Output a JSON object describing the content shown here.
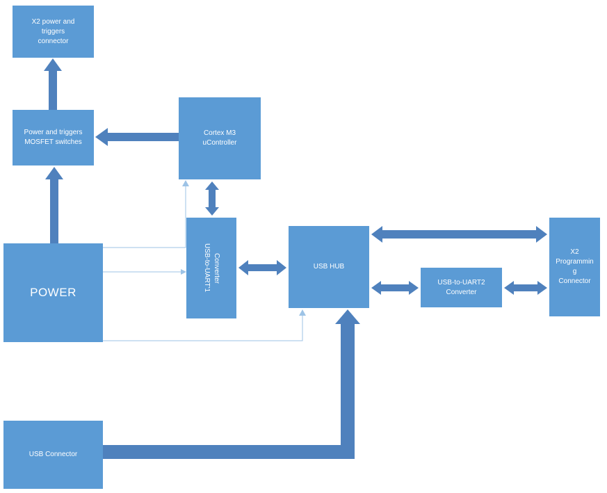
{
  "diagram": {
    "boxes": {
      "x2_power_triggers_connector": {
        "lines": [
          "X2 power and",
          "triggers",
          "connector"
        ]
      },
      "power_triggers_mosfet_switches": {
        "lines": [
          "Power and triggers",
          "MOSFET switches"
        ]
      },
      "cortex_m3_ucontroller": {
        "lines": [
          "Cortex M3",
          "uController"
        ]
      },
      "power": {
        "label": "POWER"
      },
      "usb_to_uart1_converter": {
        "lines": [
          "USB-to-UART'1",
          "Converter"
        ]
      },
      "usb_hub": {
        "label": "USB HUB"
      },
      "usb_to_uart2_converter": {
        "lines": [
          "USB-to-UART2",
          "Converter"
        ]
      },
      "x2_programming_connector": {
        "lines": [
          "X2",
          "Programmin",
          "g",
          "Connector"
        ]
      },
      "usb_connector": {
        "label": "USB Connector"
      }
    },
    "edges": [
      {
        "from": "power_triggers_mosfet_switches",
        "to": "x2_power_triggers_connector",
        "style": "thick-arrow"
      },
      {
        "from": "cortex_m3_ucontroller",
        "to": "power_triggers_mosfet_switches",
        "style": "thick-arrow"
      },
      {
        "from": "power",
        "to": "power_triggers_mosfet_switches",
        "style": "thick-arrow"
      },
      {
        "from": "cortex_m3_ucontroller",
        "to": "usb_to_uart1_converter",
        "style": "thick-double-arrow"
      },
      {
        "from": "usb_to_uart1_converter",
        "to": "usb_hub",
        "style": "thick-double-arrow"
      },
      {
        "from": "usb_hub",
        "to": "x2_programming_connector",
        "style": "thick-double-arrow"
      },
      {
        "from": "usb_hub",
        "to": "usb_to_uart2_converter",
        "style": "thick-double-arrow"
      },
      {
        "from": "usb_to_uart2_converter",
        "to": "x2_programming_connector",
        "style": "thick-double-arrow"
      },
      {
        "from": "usb_connector",
        "to": "usb_hub",
        "style": "thick-elbow-arrow"
      },
      {
        "from": "power",
        "to": "cortex_m3_ucontroller",
        "style": "thin-arrow"
      },
      {
        "from": "power",
        "to": "usb_to_uart1_converter",
        "style": "thin-arrow"
      },
      {
        "from": "power",
        "to": "usb_hub",
        "style": "thin-arrow"
      }
    ],
    "colors": {
      "box_fill": "#5B9BD5",
      "box_text": "#FFFFFF",
      "thick_arrow": "#4F81BD",
      "thin_arrow": "#9DC3E6",
      "background": "#FFFFFF"
    }
  }
}
